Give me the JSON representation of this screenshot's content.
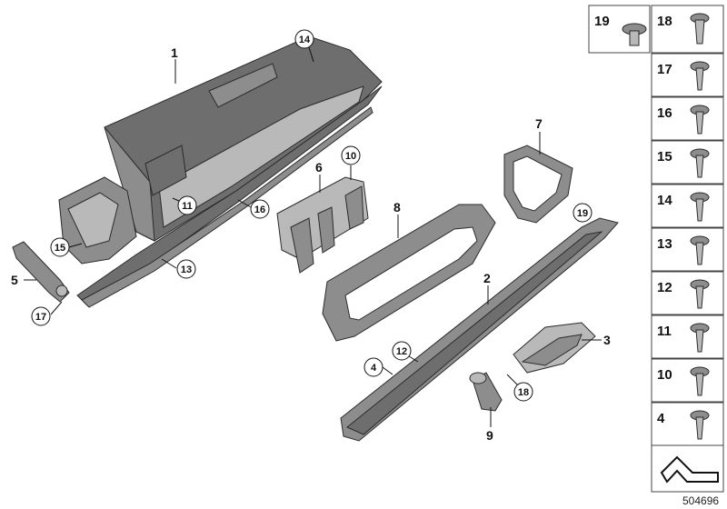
{
  "callouts": {
    "p1": "1",
    "p2": "2",
    "p3": "3",
    "p5": "5",
    "p6": "6",
    "p7": "7",
    "p8": "8",
    "p9": "9"
  },
  "circled": {
    "c14": "14",
    "c10": "10",
    "c11": "11",
    "c16": "16",
    "c15": "15",
    "c13": "13",
    "c17": "17",
    "c19": "19",
    "c12": "12",
    "c4": "4",
    "c18": "18"
  },
  "side_panel": {
    "top_left": "19",
    "top_right": "18",
    "rows": [
      "17",
      "16",
      "15",
      "14",
      "13",
      "12",
      "11",
      "10",
      "4"
    ]
  },
  "reference_number": "504696"
}
